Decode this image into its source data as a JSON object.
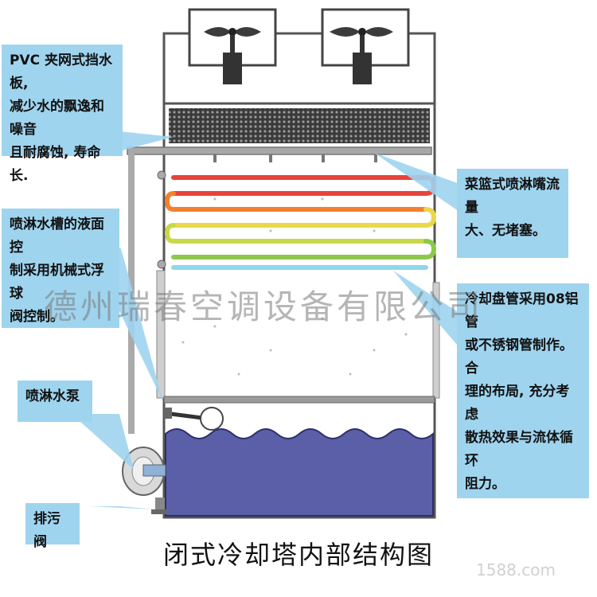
{
  "caption": "闭式冷却塔内部结构图",
  "watermark": "德州瑞春空调设备有限公司",
  "site_mark": "1588.com",
  "callouts": {
    "drift_eliminator": [
      "PVC 夹网式挡水板,",
      "减少水的飘逸和噪音",
      "且耐腐蚀, 寿命长."
    ],
    "spray_nozzle": [
      "菜篮式喷淋嘴流量",
      "大、无堵塞。"
    ],
    "water_tank": [
      "喷淋水槽的液面控",
      "制采用机械式浮球",
      "阀控制。"
    ],
    "coil": [
      "冷却盘管采用08铝管",
      "或不锈钢管制作。合",
      "理的布局, 充分考虑",
      "散热效果与流体循环",
      "阻力。"
    ],
    "pump": [
      "喷淋水泵"
    ],
    "drain_valve": [
      "排污阀"
    ]
  },
  "colors": {
    "callout_bg": "#9fd4ef",
    "water": "#5b5fa8",
    "coil_red": "#e8433a",
    "coil_orange": "#f29a2e",
    "coil_yellow": "#e9d84a",
    "coil_green": "#8cc94a",
    "coil_cyan": "#7fd3e6"
  }
}
